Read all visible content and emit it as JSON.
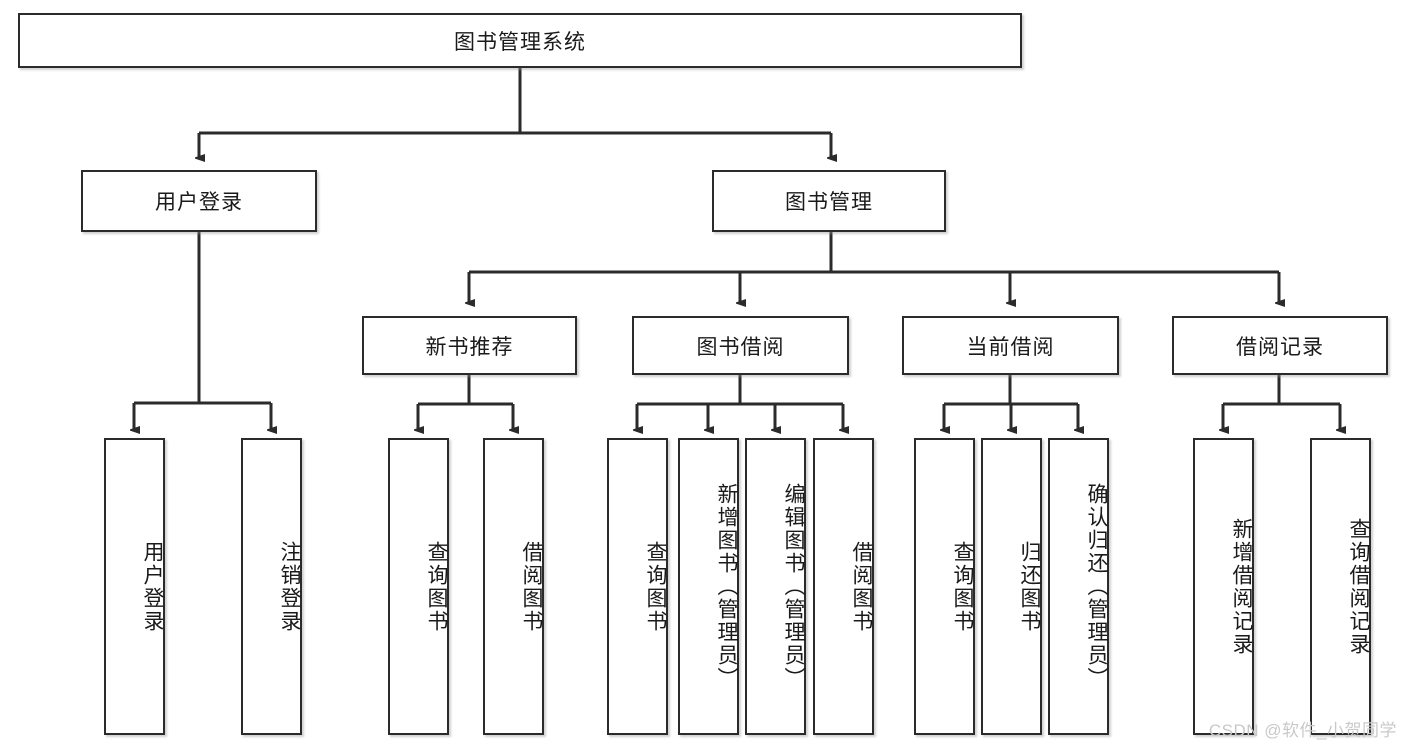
{
  "diagram": {
    "type": "tree",
    "title": "图书管理系统",
    "watermark": "CSDN @软件_小贺同学",
    "colors": {
      "box_border": "#2b2b2b",
      "box_fill": "#ffffff",
      "connector": "#2b2b2b",
      "text": "#1a1a1a",
      "watermark": "#c9c9c9"
    },
    "nodes": {
      "root": {
        "label": "图书管理系统",
        "level": 0,
        "orientation": "horizontal"
      },
      "l1": [
        {
          "id": "user-login",
          "label": "用户登录",
          "orientation": "horizontal"
        },
        {
          "id": "book-management",
          "label": "图书管理",
          "orientation": "horizontal"
        }
      ],
      "l2": [
        {
          "id": "new-book-recommend",
          "label": "新书推荐",
          "orientation": "horizontal",
          "parent": "book-management"
        },
        {
          "id": "book-borrow",
          "label": "图书借阅",
          "orientation": "horizontal",
          "parent": "book-management"
        },
        {
          "id": "current-borrow",
          "label": "当前借阅",
          "orientation": "horizontal",
          "parent": "book-management"
        },
        {
          "id": "borrow-record",
          "label": "借阅记录",
          "orientation": "horizontal",
          "parent": "book-management"
        }
      ],
      "leaves": [
        {
          "id": "leaf-user-login",
          "label": "用户登录",
          "parent": "user-login",
          "orientation": "vertical"
        },
        {
          "id": "leaf-logout-login",
          "label": "注销登录",
          "parent": "user-login",
          "orientation": "vertical"
        },
        {
          "id": "leaf-query-book-1",
          "label": "查询图书",
          "parent": "new-book-recommend",
          "orientation": "vertical"
        },
        {
          "id": "leaf-borrow-book-1",
          "label": "借阅图书",
          "parent": "new-book-recommend",
          "orientation": "vertical"
        },
        {
          "id": "leaf-query-book-2",
          "label": "查询图书",
          "parent": "book-borrow",
          "orientation": "vertical"
        },
        {
          "id": "leaf-add-book",
          "label": "新增图书（管理员）",
          "parent": "book-borrow",
          "orientation": "vertical"
        },
        {
          "id": "leaf-edit-book",
          "label": "编辑图书（管理员）",
          "parent": "book-borrow",
          "orientation": "vertical"
        },
        {
          "id": "leaf-borrow-book-2",
          "label": "借阅图书",
          "parent": "book-borrow",
          "orientation": "vertical"
        },
        {
          "id": "leaf-query-book-3",
          "label": "查询图书",
          "parent": "current-borrow",
          "orientation": "vertical"
        },
        {
          "id": "leaf-return-book",
          "label": "归还图书",
          "parent": "current-borrow",
          "orientation": "vertical"
        },
        {
          "id": "leaf-confirm-return",
          "label": "确认归还（管理员）",
          "parent": "current-borrow",
          "orientation": "vertical"
        },
        {
          "id": "leaf-add-record",
          "label": "新增借阅记录",
          "parent": "borrow-record",
          "orientation": "vertical"
        },
        {
          "id": "leaf-query-record",
          "label": "查询借阅记录",
          "parent": "borrow-record",
          "orientation": "vertical"
        }
      ]
    }
  }
}
